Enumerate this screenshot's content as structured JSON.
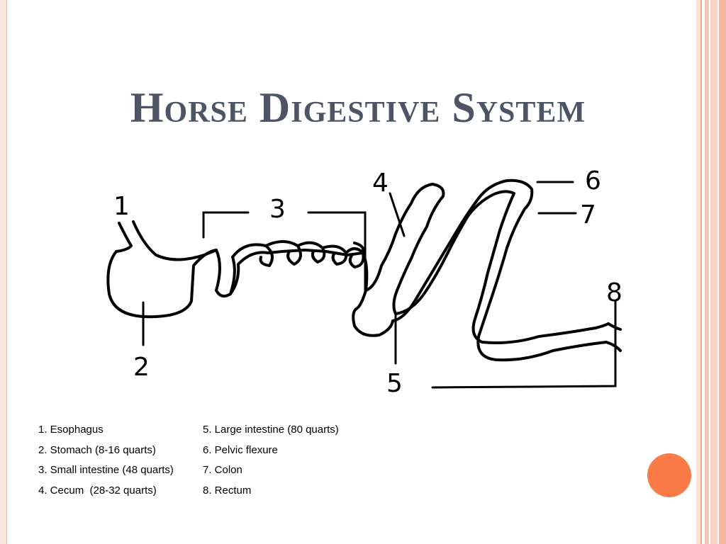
{
  "slide": {
    "title": "Horse Digestive System",
    "diagram_labels": [
      "1",
      "2",
      "3",
      "4",
      "5",
      "6",
      "7",
      "8"
    ],
    "legend_left": [
      "1. Esophagus",
      "2. Stomach (8-16 quarts)",
      "3. Small intestine (48 quarts)",
      "4. Cecum  (28-32 quarts)"
    ],
    "legend_right": [
      "5. Large intestine (80 quarts)",
      "6. Pelvic flexure",
      "7. Colon",
      "8. Rectum"
    ],
    "colors": {
      "title": "#4d5564",
      "accent_dot": "#fb7b48",
      "frame": "#f3b9a0"
    }
  }
}
